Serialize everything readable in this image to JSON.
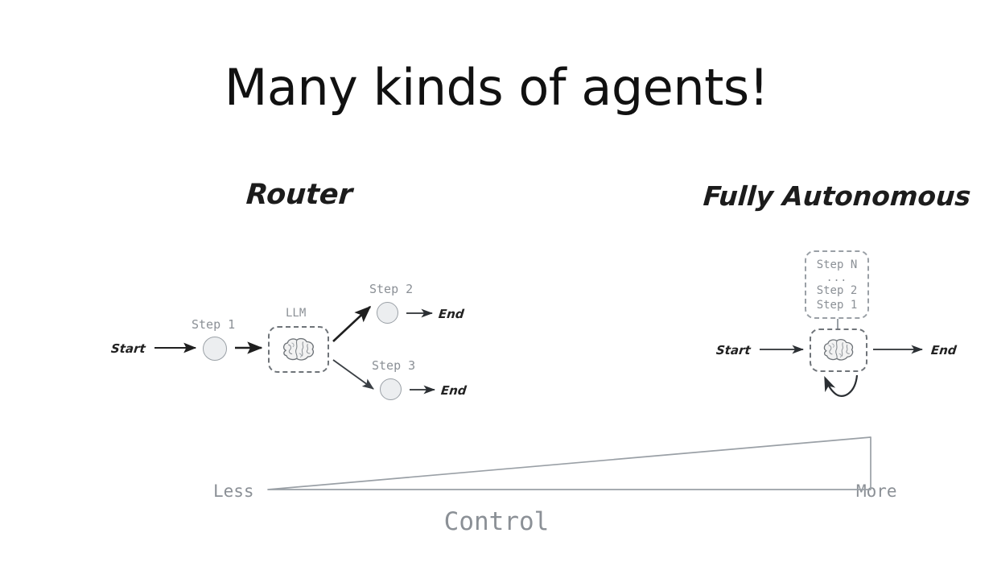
{
  "slide": {
    "title": "Many kinds of agents!",
    "background_color": "#ffffff",
    "title_color": "#111111"
  },
  "palette": {
    "label_gray": "#8b9096",
    "node_fill": "#eceef0",
    "node_stroke": "#9aa0a6",
    "arrow_dark": "#1f1f1f",
    "arrow_gray": "#5a5f64",
    "dashed_stroke": "#6f7479",
    "wedge_stroke": "#9aa0a6"
  },
  "router": {
    "heading": "Router",
    "start_label": "Start",
    "step1_label": "Step 1",
    "llm_label": "LLM",
    "llm_icon": "brain-icon",
    "branches": [
      {
        "step_label": "Step 2",
        "end_label": "End"
      },
      {
        "step_label": "Step 3",
        "end_label": "End"
      }
    ]
  },
  "autonomous": {
    "heading": "Fully Autonomous",
    "start_label": "Start",
    "end_label": "End",
    "llm_icon": "brain-icon",
    "stack_lines": [
      "Step N",
      "...",
      "Step 2",
      "Step 1"
    ],
    "loop_icon": "self-loop-arrow-icon"
  },
  "spectrum": {
    "left_label": "Less",
    "right_label": "More",
    "axis_label": "Control"
  }
}
